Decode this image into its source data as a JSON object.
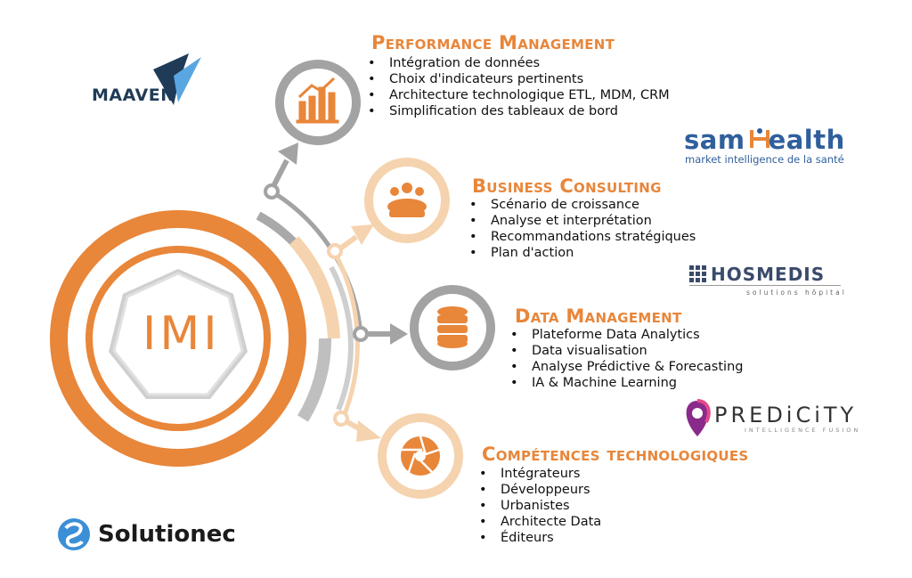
{
  "center": {
    "label": "IMI"
  },
  "sections": [
    {
      "title": "Performance Management",
      "icon": "bar-chart-icon",
      "items": [
        "Intégration de données",
        "Choix d'indicateurs pertinents",
        "Architecture technologique ETL, MDM, CRM",
        "Simplification des tableaux de bord"
      ]
    },
    {
      "title": "Business Consulting",
      "icon": "team-meeting-icon",
      "items": [
        "Scénario de croissance",
        "Analyse et interprétation",
        "Recommandations stratégiques",
        "Plan d'action"
      ]
    },
    {
      "title": "Data Management",
      "icon": "database-icon",
      "items": [
        "Plateforme Data Analytics",
        "Data visualisation",
        "Analyse Prédictive & Forecasting",
        "IA & Machine Learning"
      ]
    },
    {
      "title": "Compétences technologiques",
      "icon": "aperture-icon",
      "items": [
        "Intégrateurs",
        "Développeurs",
        "Urbanistes",
        "Architecte Data",
        "Éditeurs"
      ]
    }
  ],
  "logos": {
    "maaven": "MAAVEN",
    "samhealth": {
      "name_part1": "sam",
      "name_part2": "ealth",
      "tagline": "market intelligence de la santé"
    },
    "hosmedis": {
      "name": "HOSMEDIS",
      "tagline": "solutions hôpital"
    },
    "predicity": {
      "name": "PREDiCiTY",
      "tagline": "INTELLIGENCE FUSION"
    },
    "solutionec": "Solutionec"
  },
  "colors": {
    "orange": "#e8863a",
    "light_orange": "#f5d3ae",
    "gray": "#a3a3a3",
    "light_gray": "#cfcfcf"
  }
}
